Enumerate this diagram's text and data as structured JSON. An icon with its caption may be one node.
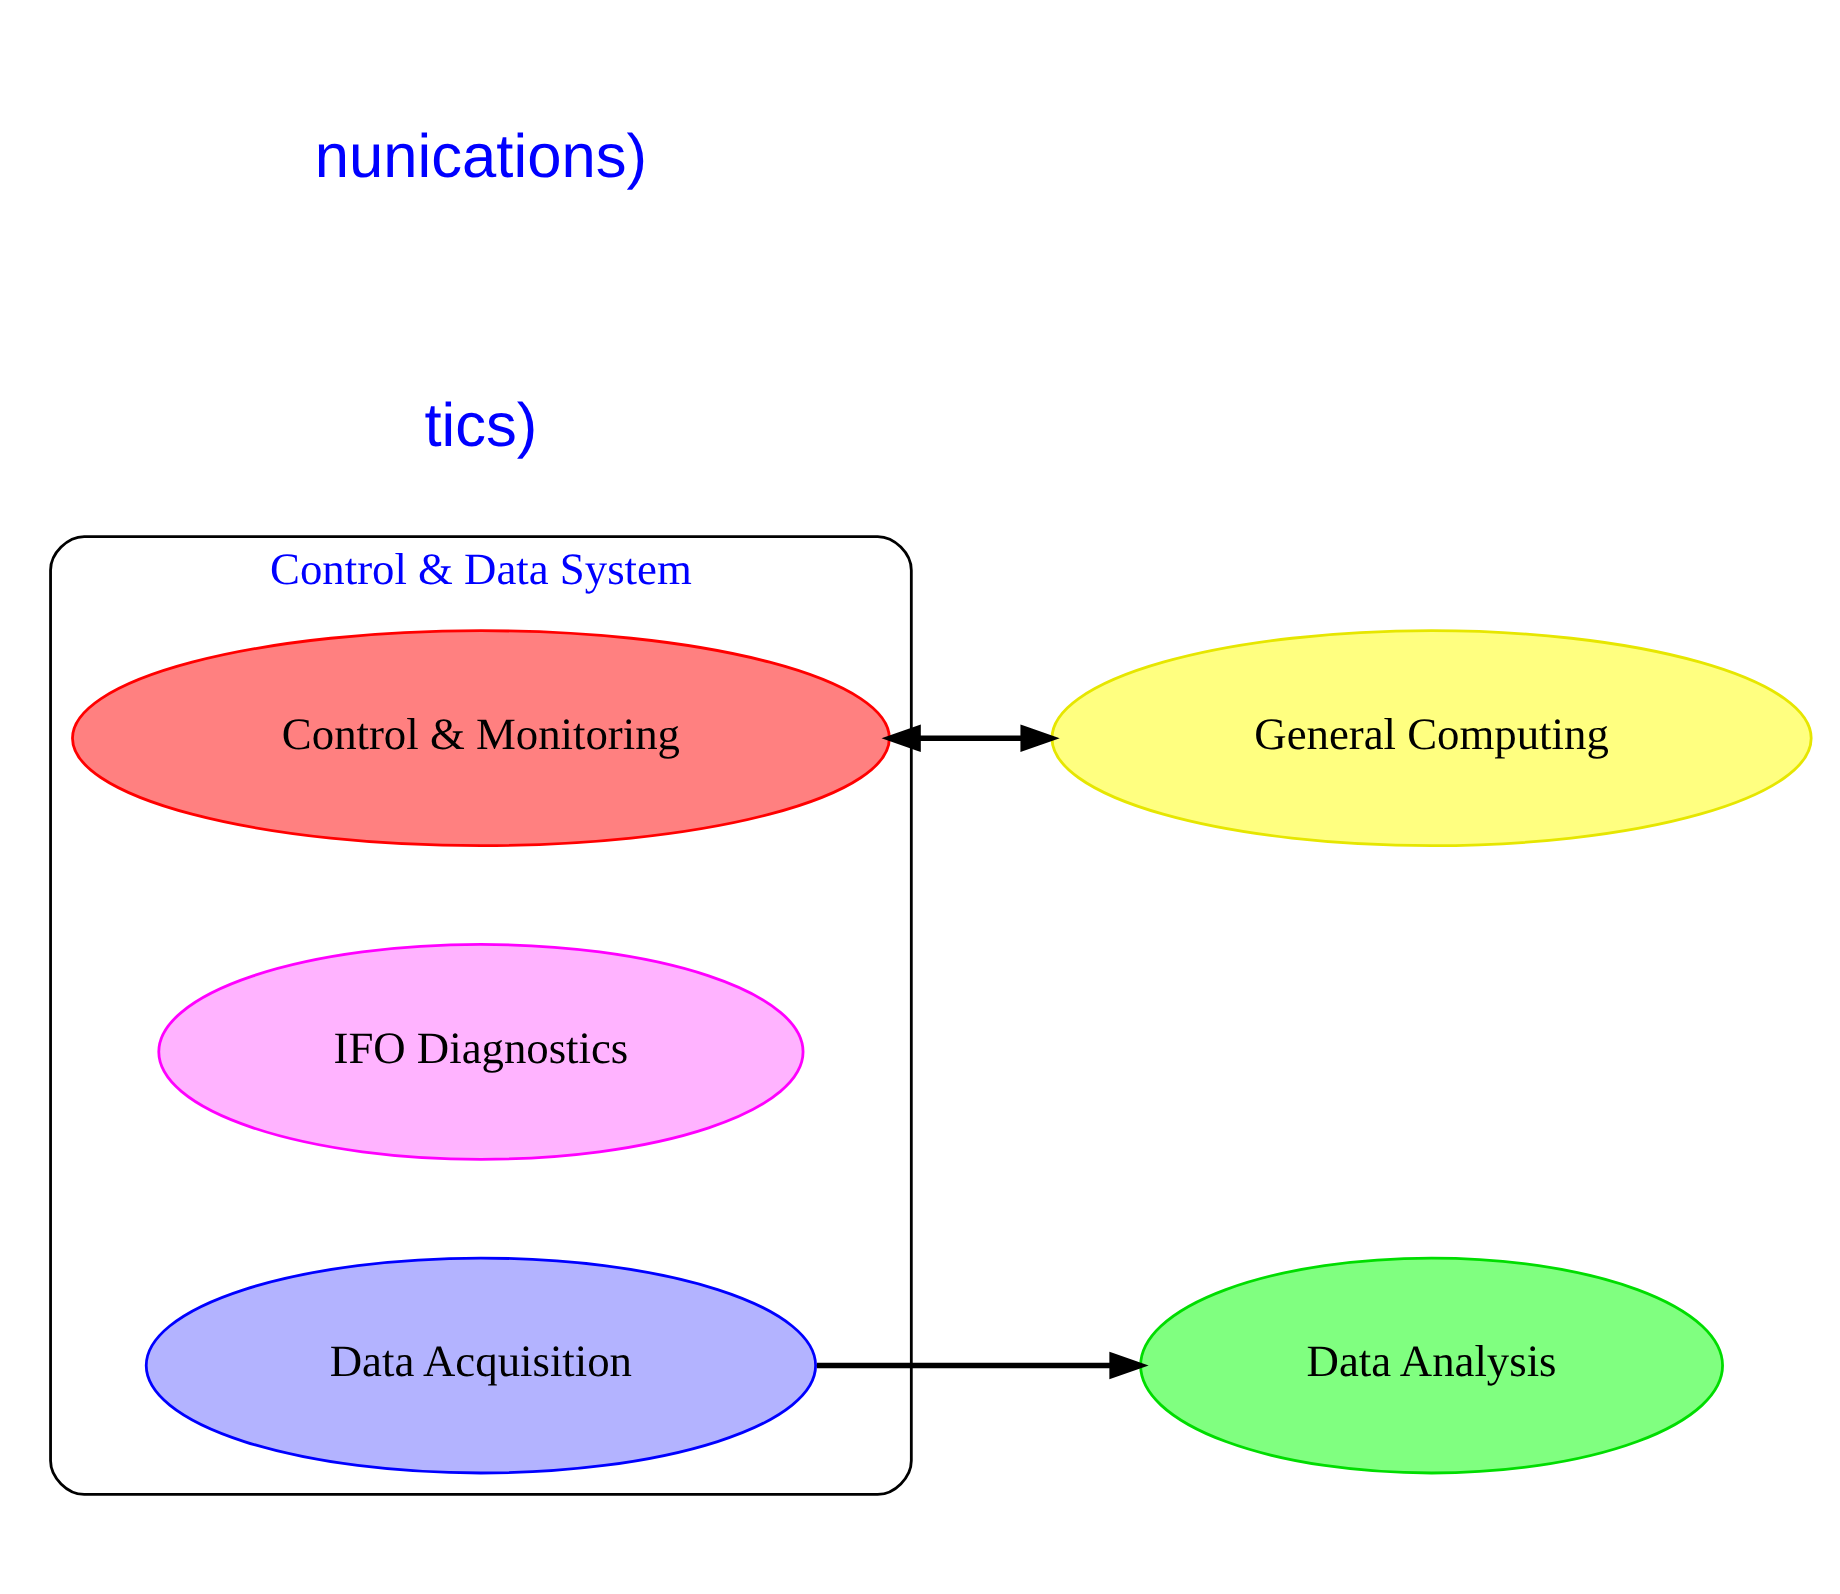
{
  "diagram": {
    "nodes": [
      {
        "text": [
          "Control & Data System"
        ]
      },
      {
        "text": [
          "Control & Monitoring"
        ],
        "in": 0
      },
      {
        "text": [
          "IFO Diagnostics"
        ],
        "in": 0
      },
      {
        "text": [
          "Data Acquisition"
        ],
        "in": 0
      },
      {
        "text": [
          "General Computing"
        ]
      },
      {
        "text": [
          "Data Analysis"
        ]
      }
    ],
    "edges": [
      {
        "from": 1,
        "to": 4,
        "arrow": "both"
      },
      {
        "from": 3,
        "to": 5,
        "arrow": "to"
      }
    ],
    "labels": [
      "tics)",
      "nunications)"
    ]
  }
}
